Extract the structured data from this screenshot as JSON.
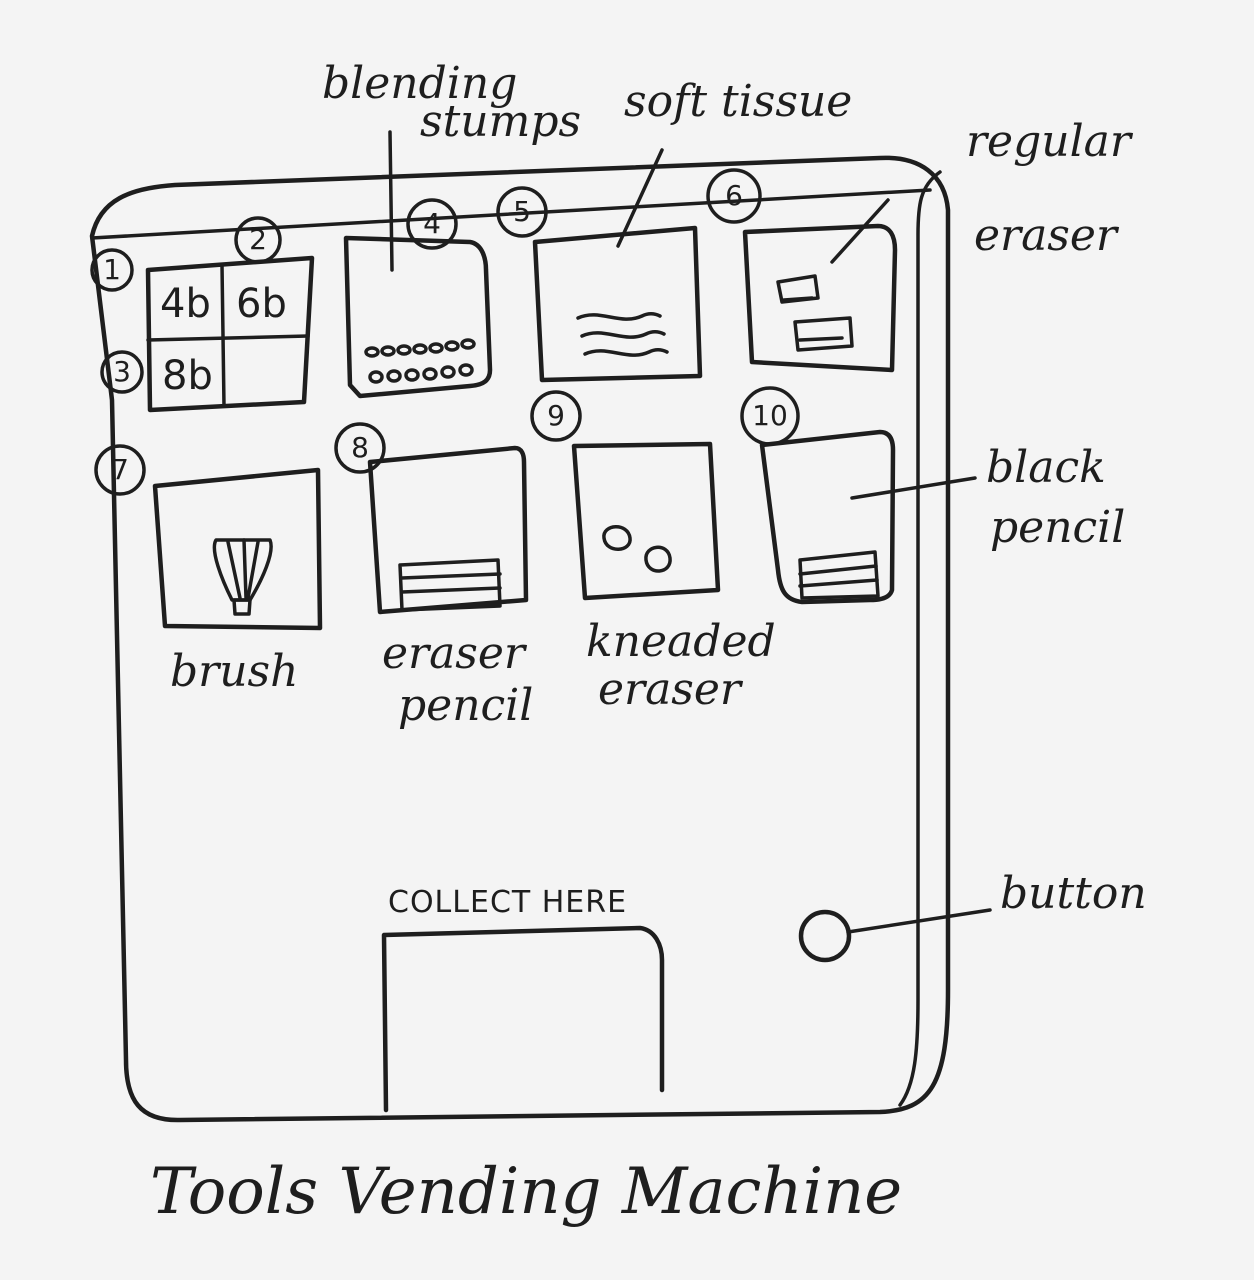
{
  "title": "Tools Vending Machine",
  "slots": [
    "1",
    "2",
    "3",
    "4",
    "5",
    "6",
    "7",
    "8",
    "9",
    "10"
  ],
  "grid_cells": [
    "4b",
    "6b",
    "8b"
  ],
  "labels": {
    "blending_stumps": [
      "blending",
      "stumps"
    ],
    "soft_tissue": "soft tissue",
    "regular_eraser": [
      "regular",
      "eraser"
    ],
    "black_pencil": [
      "black",
      "pencil"
    ],
    "brush": "brush",
    "eraser_pencil": [
      "eraser",
      "pencil"
    ],
    "kneaded_eraser": [
      "kneaded",
      "eraser"
    ],
    "button": "button"
  },
  "collect_label": "COLLECT HERE"
}
